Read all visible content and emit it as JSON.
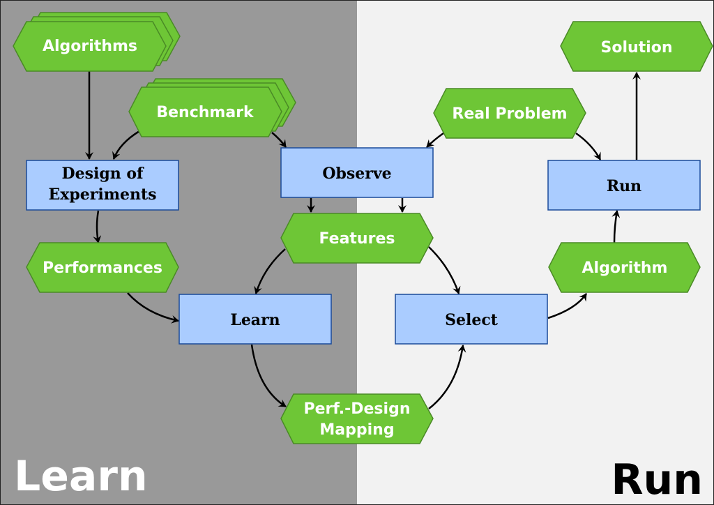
{
  "colors": {
    "learn_background": "#999999",
    "run_background": "#f2f2f2",
    "data_fill": "#6ec636",
    "data_stroke": "#4a8a26",
    "process_fill": "#aaccff",
    "process_stroke": "#1a4a99",
    "arrow": "#000000",
    "learn_label": "#ffffff",
    "run_label": "#000000"
  },
  "regions": {
    "learn": {
      "label": "Learn"
    },
    "run": {
      "label": "Run"
    }
  },
  "data_nodes": {
    "algorithms": {
      "label": "Algorithms",
      "stacked": true
    },
    "benchmark": {
      "label": "Benchmark",
      "stacked": true
    },
    "performances": {
      "label": "Performances"
    },
    "features": {
      "label": "Features"
    },
    "perf_design_mapping": {
      "lines": [
        "Perf.-Design",
        "Mapping"
      ]
    },
    "real_problem": {
      "label": "Real Problem"
    },
    "solution": {
      "label": "Solution"
    },
    "algorithm": {
      "label": "Algorithm"
    }
  },
  "process_nodes": {
    "design_of_experiments": {
      "lines": [
        "Design of",
        "Experiments"
      ]
    },
    "observe": {
      "label": "Observe"
    },
    "learn": {
      "label": "Learn"
    },
    "select": {
      "label": "Select"
    },
    "run": {
      "label": "Run"
    }
  },
  "edges": [
    {
      "from": "Algorithms",
      "to": "Design of Experiments"
    },
    {
      "from": "Benchmark",
      "to": "Design of Experiments"
    },
    {
      "from": "Benchmark",
      "to": "Observe"
    },
    {
      "from": "Design of Experiments",
      "to": "Performances"
    },
    {
      "from": "Observe",
      "to": "Features"
    },
    {
      "from": "Features",
      "to": "Learn"
    },
    {
      "from": "Features",
      "to": "Select"
    },
    {
      "from": "Performances",
      "to": "Learn"
    },
    {
      "from": "Learn",
      "to": "Perf.-Design Mapping"
    },
    {
      "from": "Perf.-Design Mapping",
      "to": "Select"
    },
    {
      "from": "Real Problem",
      "to": "Observe"
    },
    {
      "from": "Real Problem",
      "to": "Run"
    },
    {
      "from": "Select",
      "to": "Algorithm"
    },
    {
      "from": "Algorithm",
      "to": "Run"
    },
    {
      "from": "Run",
      "to": "Solution"
    }
  ]
}
